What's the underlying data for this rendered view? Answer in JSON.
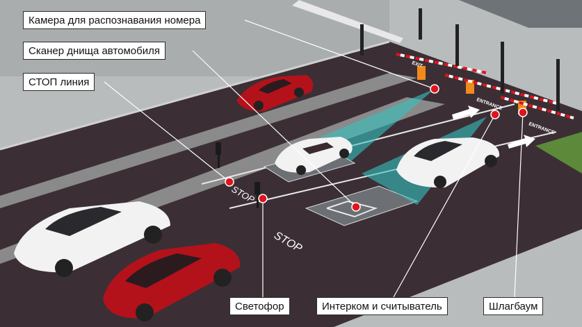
{
  "labels": {
    "camera": "Камера для распознавания номера",
    "scanner": "Сканер днища автомобиля",
    "stop_line": "СТОП линия",
    "traffic_light": "Светофор",
    "intercom": "Интерком и считыватель",
    "barrier": "Шлагбаум"
  },
  "road_marks": {
    "stop_1": "STOP",
    "stop_2": "STOP",
    "entrance_1": "ENTRANCE",
    "entrance_2": "ENTRANCE",
    "exit": "EXIT"
  },
  "colors": {
    "asphalt": "#3b2f35",
    "pavement": "#b9bcbd",
    "marker": "#e0141e",
    "scan_beam": "#36c3c0",
    "barrier_orange": "#f08a1c",
    "car_red": "#b3121b",
    "car_white": "#f2f2f2"
  }
}
